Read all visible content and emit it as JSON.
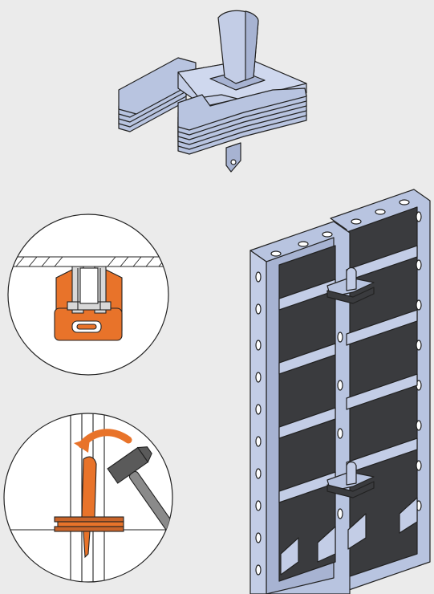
{
  "figure": {
    "description_items": [
      {
        "name": "clamp-3d-view",
        "icon": "formwork-clamp-icon"
      },
      {
        "name": "clamp-section-detail",
        "icon": "clamp-section-icon"
      },
      {
        "name": "clamp-hammer-detail",
        "icon": "hammer-icon"
      },
      {
        "name": "formwork-panels-assembly",
        "icon": "formwork-panel-icon"
      }
    ],
    "colors": {
      "background": "#ebebeb",
      "steel": "#b8c4e0",
      "steel_dark": "#8e9bbd",
      "formface": "#3a3b3e",
      "accent_orange": "#e8732a",
      "outline": "#222222",
      "hammer_head": "#5a5a5a",
      "hammer_handle": "#8a8a8a"
    }
  }
}
